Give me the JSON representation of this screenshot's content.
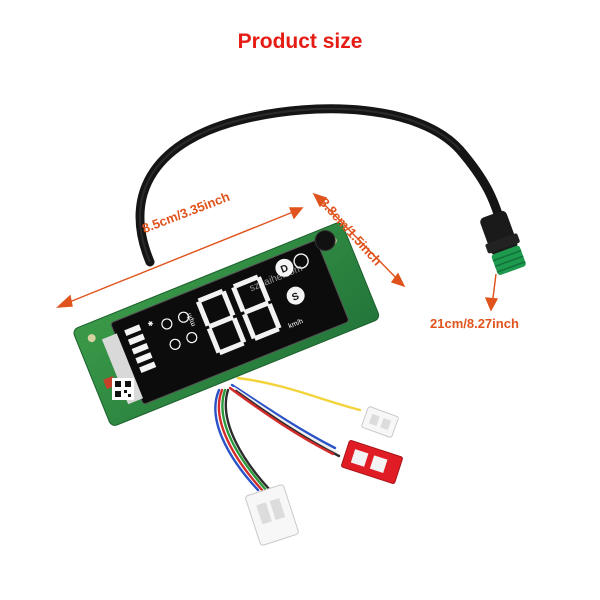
{
  "title": "Product size",
  "dimensions": {
    "length": "8.5cm/3.35inch",
    "width": "3.8cm/1.5inch",
    "cable": "21cm/8.27inch"
  },
  "display": {
    "unit_mph": "mph",
    "unit_kmh": "km/h",
    "mode_d": "D",
    "mode_s": "S",
    "speed_digits": "88",
    "battery_bars": 5
  },
  "watermark": "szbaihe.com",
  "colors": {
    "title": "#e51c14",
    "dimension_text": "#e0531c",
    "pcb_green": "#2f8a3c",
    "connector_green": "#1e9a4c",
    "connector_red": "#e01d24"
  }
}
